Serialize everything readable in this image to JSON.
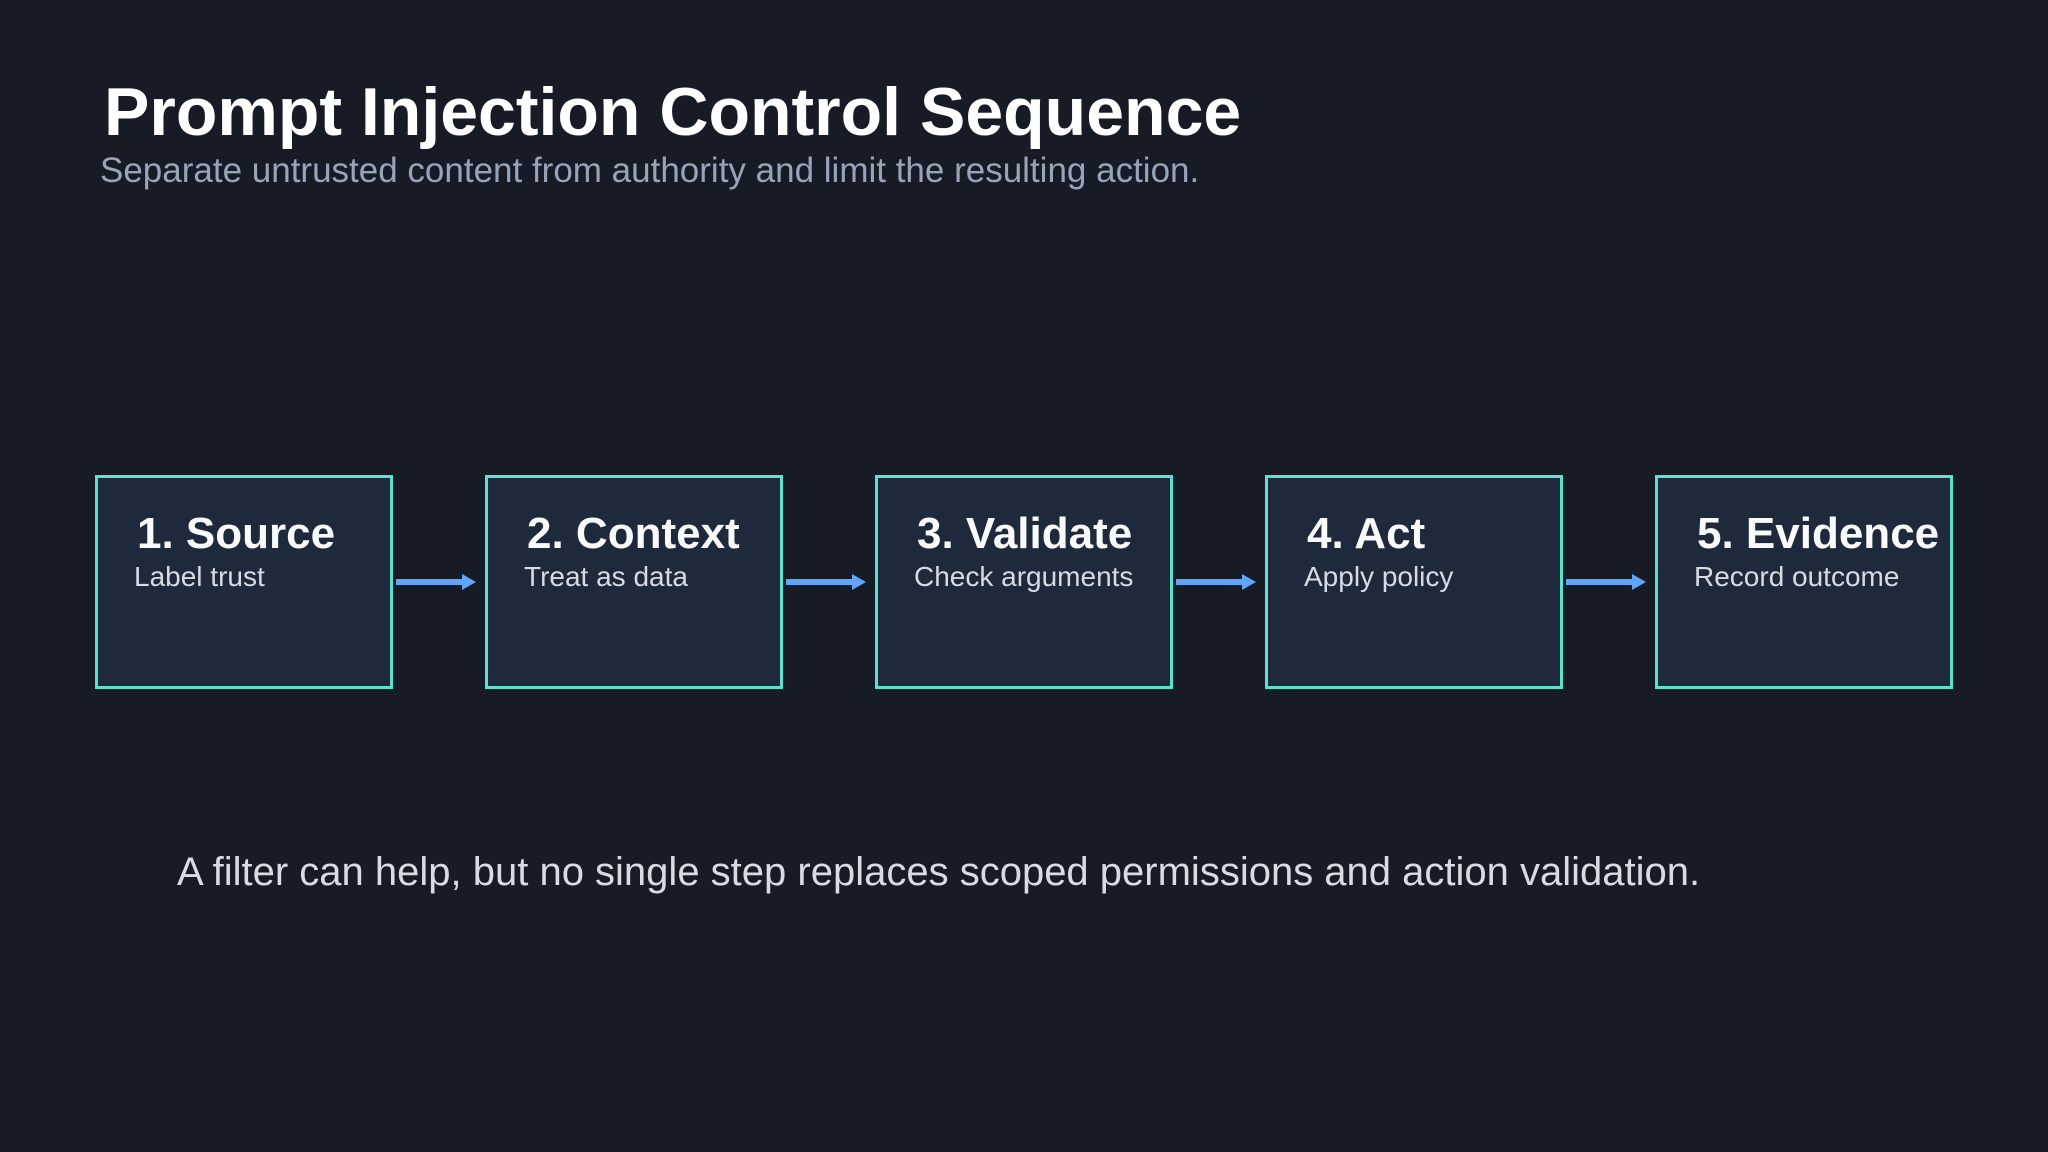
{
  "title": "Prompt Injection Control Sequence",
  "subtitle": "Separate untrusted content from authority and limit the resulting action.",
  "steps": [
    {
      "label": "1. Source",
      "description": "Label trust"
    },
    {
      "label": "2. Context",
      "description": "Treat as data"
    },
    {
      "label": "3. Validate",
      "description": "Check arguments"
    },
    {
      "label": "4. Act",
      "description": "Apply policy"
    },
    {
      "label": "5. Evidence",
      "description": "Record outcome"
    }
  ],
  "footnote": "A filter can help, but no single step replaces scoped permissions and action validation.",
  "colors": {
    "background": "#161b26",
    "box_fill": "#1e293b",
    "box_border": "#5ee0cf",
    "arrow": "#60a5fa",
    "subtitle": "#9aa4b8"
  }
}
